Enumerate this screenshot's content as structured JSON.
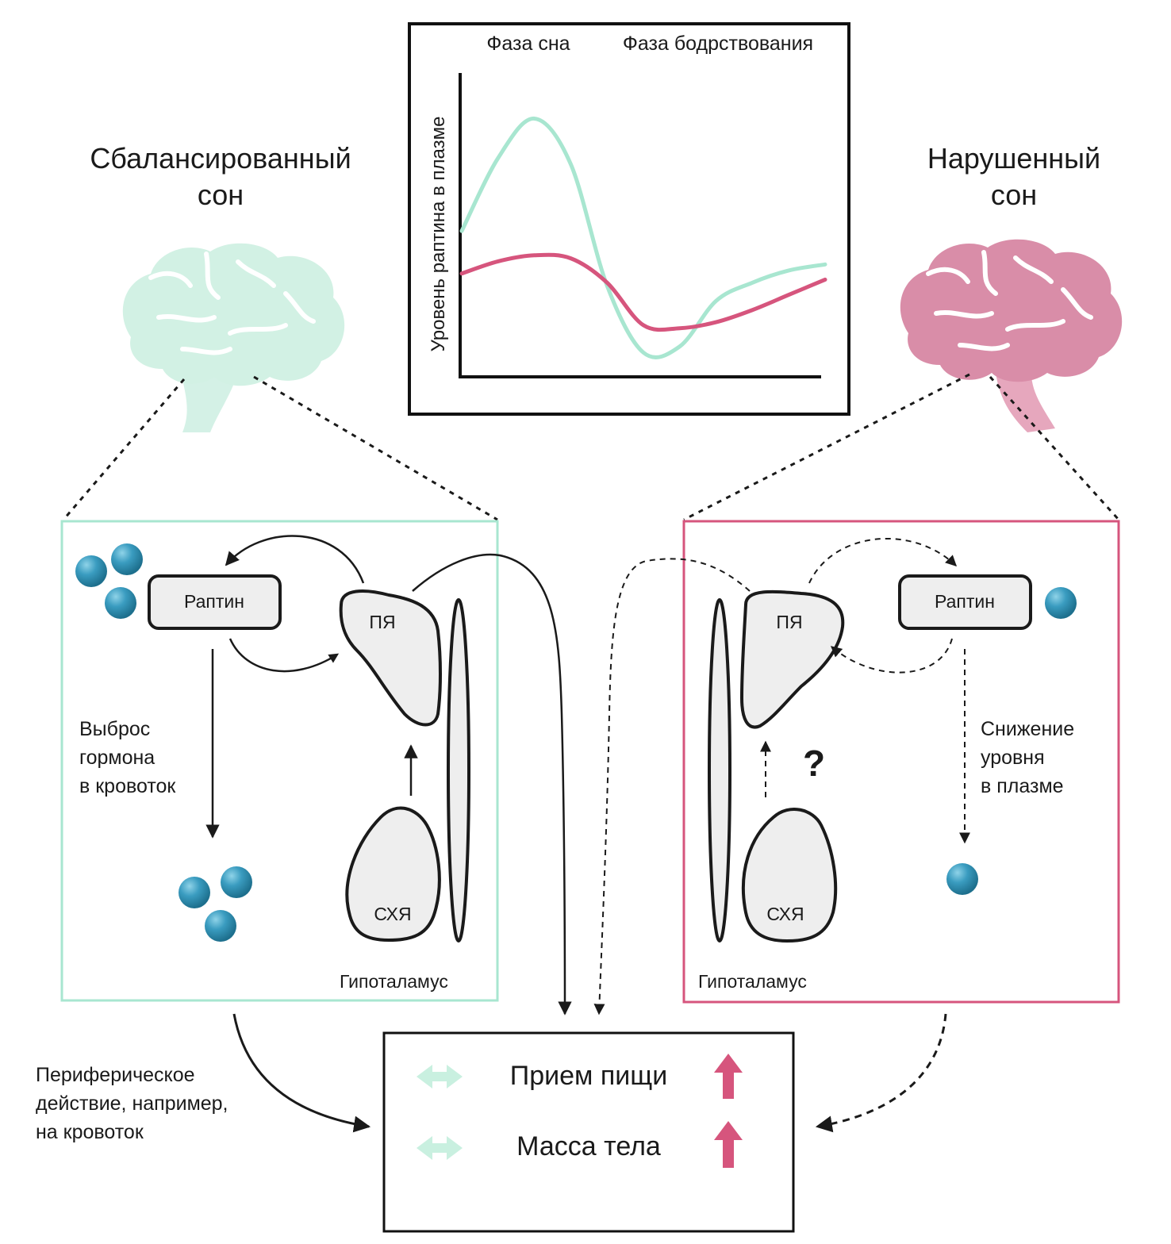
{
  "left_title": [
    "Сбалансированный",
    "сон"
  ],
  "right_title": [
    "Нарушенный",
    "сон"
  ],
  "chart": {
    "phase_sleep": "Фаза сна",
    "phase_wake": "Фаза бодрствования",
    "ylabel": "Уровень раптина в плазме"
  },
  "chart_data": {
    "type": "line",
    "title": "",
    "xlabel": "",
    "ylabel": "Уровень раптина в плазме",
    "phases": [
      "Фаза сна",
      "Фаза бодрствования"
    ],
    "series": [
      {
        "color": "#a8e6d0",
        "x": [
          0,
          0.1,
          0.2,
          0.3,
          0.4,
          0.5,
          0.6,
          0.7,
          0.8,
          0.9,
          1.0
        ],
        "y": [
          0.48,
          0.72,
          0.85,
          0.7,
          0.3,
          0.08,
          0.1,
          0.25,
          0.31,
          0.35,
          0.37
        ]
      },
      {
        "color": "#d6557d",
        "x": [
          0,
          0.1,
          0.2,
          0.3,
          0.4,
          0.5,
          0.6,
          0.7,
          0.8,
          0.9,
          1.0
        ],
        "y": [
          0.34,
          0.38,
          0.4,
          0.39,
          0.31,
          0.17,
          0.16,
          0.18,
          0.22,
          0.27,
          0.32
        ]
      }
    ],
    "grid": false,
    "legend": "none"
  },
  "left_panel": {
    "raptin": "Раптин",
    "release": [
      "Выброс",
      "гормона",
      "в кровоток"
    ],
    "pya": "ПЯ",
    "shya": "СХЯ",
    "hypothalamus": "Гипоталамус"
  },
  "right_panel": {
    "raptin": "Раптин",
    "decrease": [
      "Снижение",
      "уровня",
      "в плазме"
    ],
    "question": "?",
    "pya": "ПЯ",
    "shya": "СХЯ",
    "hypothalamus": "Гипоталамус"
  },
  "peripheral": [
    "Периферическое",
    "действие, например,",
    "на кровоток"
  ],
  "outcome": {
    "food_intake": "Прием пищи",
    "body_mass": "Масса тела"
  },
  "colors": {
    "balanced": "#a8e6d0",
    "disrupted": "#d6557d",
    "sphere": "#2f8fb0"
  }
}
